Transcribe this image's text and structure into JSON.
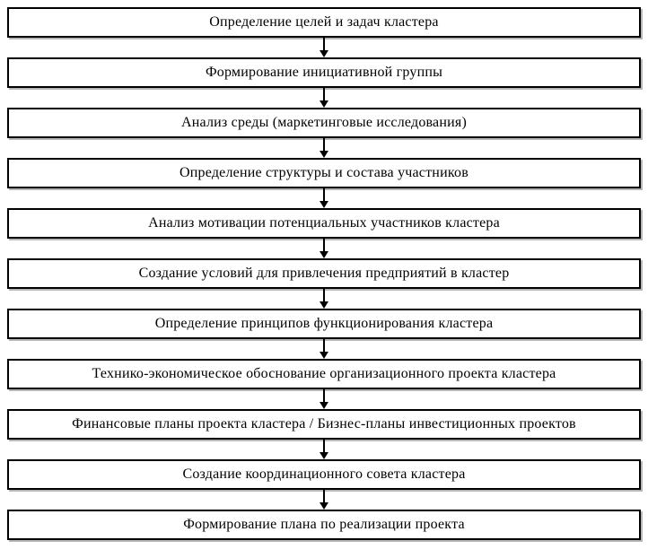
{
  "diagram": {
    "type": "flowchart",
    "direction": "top-down",
    "colors": {
      "box_border": "#000000",
      "box_fill": "#ffffff",
      "text": "#000000",
      "arrow": "#000000",
      "shadow": "#787878"
    },
    "arrow_icon": "down-arrow",
    "steps": [
      {
        "label": "Определение целей и задач кластера"
      },
      {
        "label": "Формирование инициативной группы"
      },
      {
        "label": "Анализ среды (маркетинговые исследования)"
      },
      {
        "label": "Определение структуры и состава участников"
      },
      {
        "label": "Анализ мотивации потенциальных участников кластера"
      },
      {
        "label": "Создание условий для привлечения предприятий в кластер"
      },
      {
        "label": "Определение принципов функционирования кластера"
      },
      {
        "label": "Технико-экономическое обоснование организационного проекта кластера"
      },
      {
        "label": "Финансовые планы проекта кластера / Бизнес-планы инвестиционных проектов"
      },
      {
        "label": "Создание координационного совета кластера"
      },
      {
        "label": "Формирование плана по реализации проекта"
      }
    ]
  }
}
